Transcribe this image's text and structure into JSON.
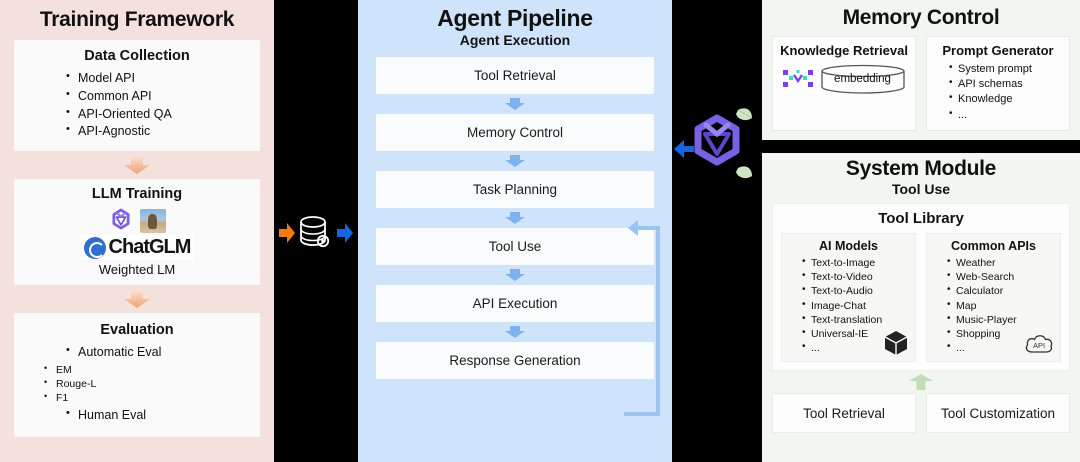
{
  "colors": {
    "left_panel_bg": "#f4e1de",
    "mid_panel_bg": "#cfe4fb",
    "right_panel_bg": "#f2f6f0",
    "gap_bg": "#000000",
    "arrow_peach": "#f3ab84",
    "arrow_blue": "#7eb2ef",
    "arrow_green": "#c3ddb9",
    "arrow_orange": "#f57a12",
    "arrow_blue_solid": "#1565e0",
    "card_bg": "#fbfafa"
  },
  "left": {
    "title": "Training Framework",
    "data_collection": {
      "title": "Data Collection",
      "bullets": [
        "Model API",
        "Common API",
        "API-Oriented QA",
        "API-Agnostic"
      ]
    },
    "arrow_1": "down-arrow-peach",
    "llm_training": {
      "title": "LLM Training",
      "logos": [
        "glm-logo-icon",
        "llama-thumbnail-icon",
        "chatglm-logo-icon"
      ],
      "chatglm_wordmark": "ChatGLM",
      "caption": "Weighted LM"
    },
    "arrow_2": "down-arrow-peach",
    "evaluation": {
      "title": "Evaluation",
      "bullets": [
        "Automatic Eval",
        "Human Eval"
      ],
      "sub_bullets": [
        "EM",
        "Rouge-L",
        "F1"
      ]
    }
  },
  "gap_left": {
    "in_arrow": "right-arrow-orange-icon",
    "database": "database-icon",
    "out_arrow": "right-arrow-blue-icon"
  },
  "middle": {
    "title": "Agent Pipeline",
    "subtitle": "Agent Execution",
    "steps": [
      "Tool Retrieval",
      "Memory Control",
      "Task Planning",
      "Tool Use",
      "API Execution",
      "Response Generation"
    ],
    "feedback_loop": "feedback-loop-arrow-icon"
  },
  "gap_right": {
    "logo": "glm-logo-icon",
    "leaves": [
      "leaf-icon",
      "leaf-icon"
    ],
    "arrow": "left-arrow-blue-icon"
  },
  "memory_control": {
    "title": "Memory Control",
    "knowledge_retrieval": {
      "title": "Knowledge Retrieval",
      "embedding_icon": "embedding-icon",
      "cylinder_label": "embedding"
    },
    "prompt_generator": {
      "title": "Prompt Generator",
      "bullets": [
        "System prompt",
        "API schemas",
        "Knowledge",
        "..."
      ]
    }
  },
  "system_module": {
    "title": "System Module",
    "subtitle": "Tool Use",
    "tool_library": {
      "title": "Tool Library",
      "ai_models": {
        "title": "AI Models",
        "bullets": [
          "Text-to-Image",
          "Text-to-Video",
          "Text-to-Audio",
          "Image-Chat",
          "Text-translation",
          "Universal-IE",
          "..."
        ],
        "icon": "cube-icon"
      },
      "common_apis": {
        "title": "Common APIs",
        "bullets": [
          "Weather",
          "Web-Search",
          "Calculator",
          "Map",
          "Music-Player",
          "Shopping",
          "..."
        ],
        "icon": "api-cloud-icon"
      }
    },
    "arrow_up": "up-arrow-green-icon",
    "bottom_buttons": [
      "Tool Retrieval",
      "Tool Customization"
    ]
  }
}
